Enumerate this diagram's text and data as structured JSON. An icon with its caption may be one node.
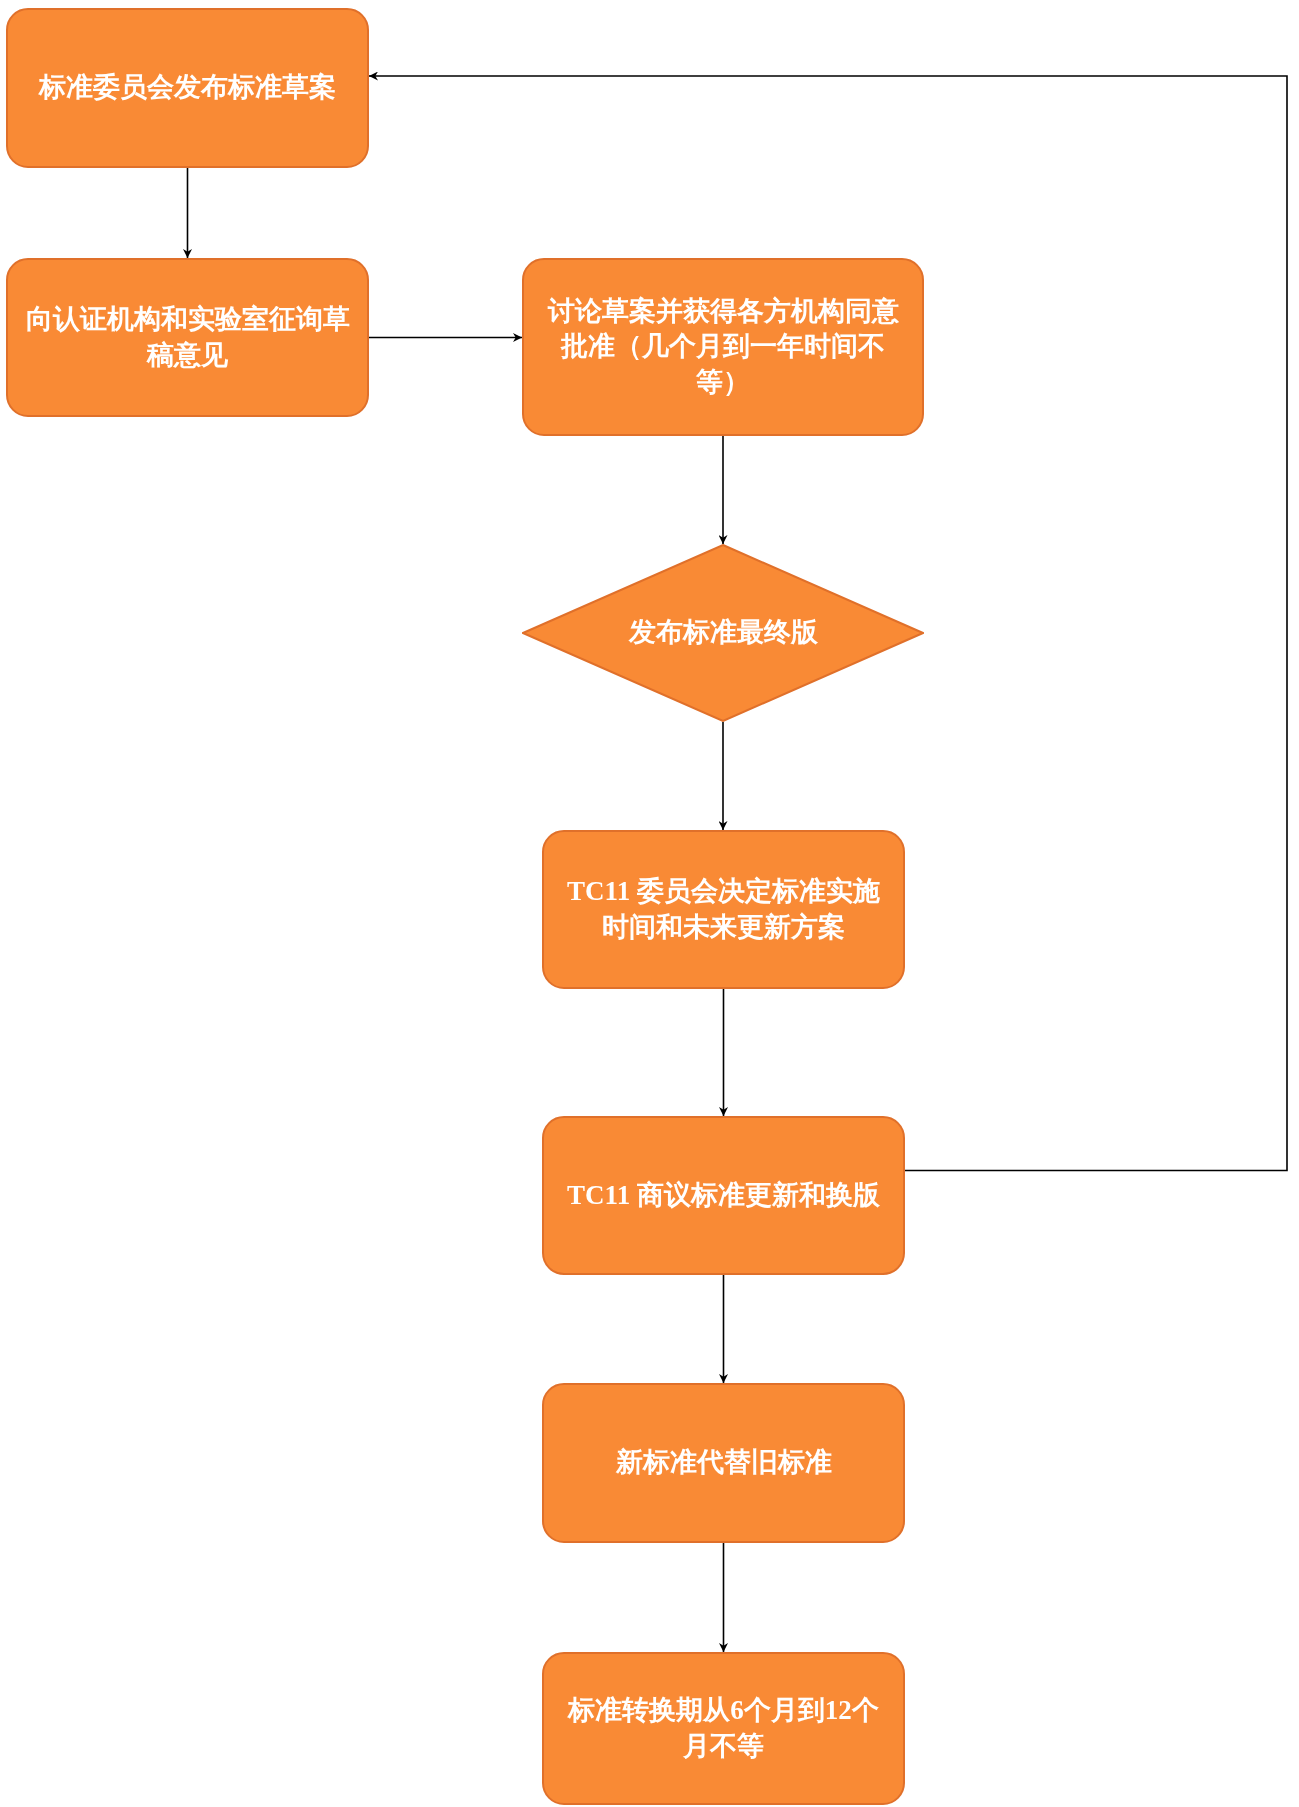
{
  "diagram": {
    "nodes": [
      {
        "text": [
          "标准委员会发布标准草案"
        ]
      },
      {
        "text": [
          "向认证机构和实验室征询草稿意见"
        ]
      },
      {
        "text": [
          "讨论草案并获得各方机构同意批准（几个月到一年时间不等）"
        ]
      },
      {
        "text": [
          "发布标准最终版"
        ]
      },
      {
        "text": [
          "TC11 委员会决定标准实施时间和未来更新方案"
        ]
      },
      {
        "text": [
          "TC11 商议标准更新和换版"
        ]
      },
      {
        "text": [
          "新标准代替旧标准"
        ]
      },
      {
        "text": [
          "标准转换期从6个月到12个月不等"
        ]
      }
    ],
    "edges": [
      {
        "from": 0,
        "to": 1,
        "arrow": "to"
      },
      {
        "from": 1,
        "to": 2,
        "arrow": "to"
      },
      {
        "from": 2,
        "to": 3,
        "arrow": "to"
      },
      {
        "from": 3,
        "to": 4,
        "arrow": "to"
      },
      {
        "from": 4,
        "to": 5,
        "arrow": "to"
      },
      {
        "from": 5,
        "to": 6,
        "arrow": "to"
      },
      {
        "from": 6,
        "to": 7,
        "arrow": "to"
      },
      {
        "from": 5,
        "to": 0,
        "arrow": "to"
      }
    ]
  }
}
